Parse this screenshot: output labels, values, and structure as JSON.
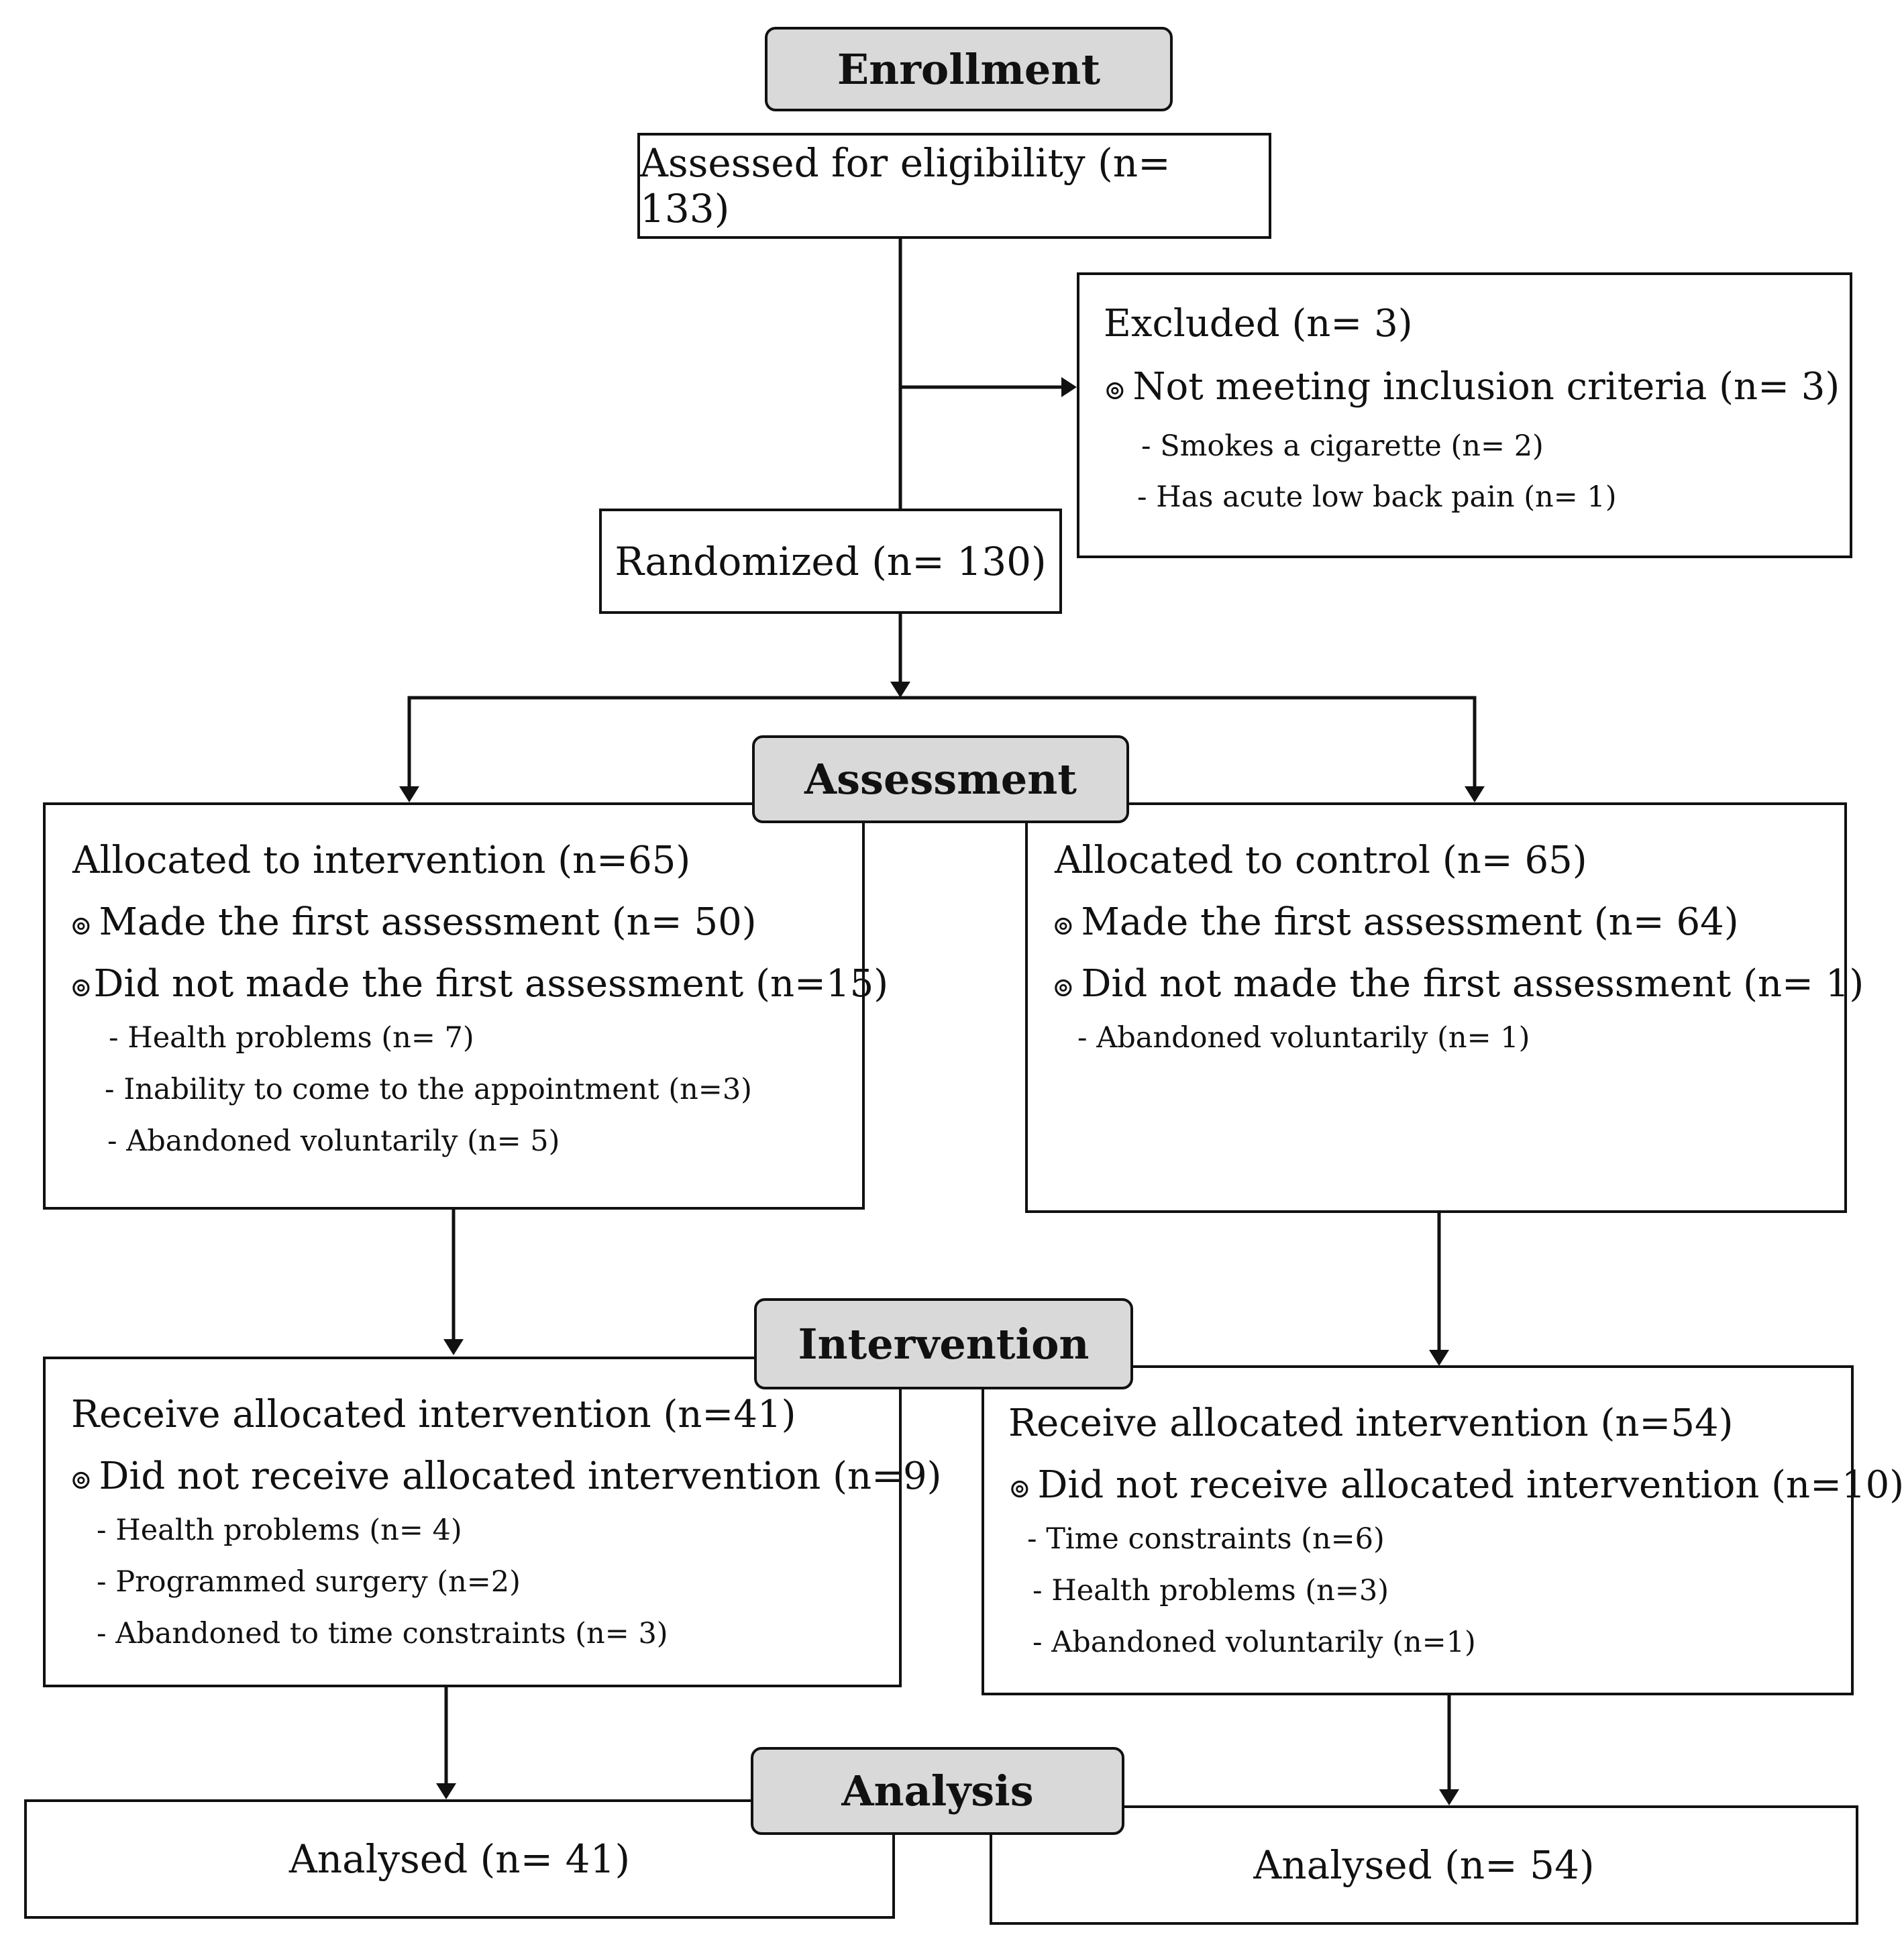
{
  "phases": {
    "enrollment": "Enrollment",
    "assessment": "Assessment",
    "intervention": "Intervention",
    "analysis": "Analysis"
  },
  "bullet_symbol": "⊚",
  "assessed": "Assessed for eligibility (n= 133)",
  "excluded": {
    "title": "Excluded (n= 3)",
    "criteria": "Not meeting inclusion criteria (n= 3)",
    "reasons": [
      "- Smokes a cigarette (n= 2)",
      "- Has acute low back pain (n= 1)"
    ]
  },
  "randomized": "Randomized (n= 130)",
  "allocation_intervention": {
    "title": "Allocated to intervention (n=65)",
    "made": "Made the first assessment (n= 50)",
    "not_made": "Did not made the first assessment (n=15)",
    "reasons": [
      "- Health problems (n= 7)",
      "- Inability to come to the appointment (n=3)",
      "- Abandoned voluntarily (n= 5)"
    ]
  },
  "allocation_control": {
    "title": "Allocated to control (n= 65)",
    "made": "Made the first assessment (n= 64)",
    "not_made": "Did not made the first assessment (n= 1)",
    "reasons": [
      "- Abandoned voluntarily (n= 1)"
    ]
  },
  "intervention_left": {
    "title": "Receive allocated intervention (n=41)",
    "not_received": "Did not receive allocated intervention (n=9)",
    "reasons": [
      "- Health problems (n= 4)",
      "- Programmed surgery (n=2)",
      "- Abandoned to time constraints (n= 3)"
    ]
  },
  "intervention_right": {
    "title": "Receive allocated intervention (n=54)",
    "not_received": "Did not receive allocated intervention (n=10)",
    "reasons": [
      "- Time constraints (n=6)",
      "- Health problems (n=3)",
      "- Abandoned voluntarily (n=1)"
    ]
  },
  "analysed_left": "Analysed (n= 41)",
  "analysed_right": "Analysed (n= 54)"
}
